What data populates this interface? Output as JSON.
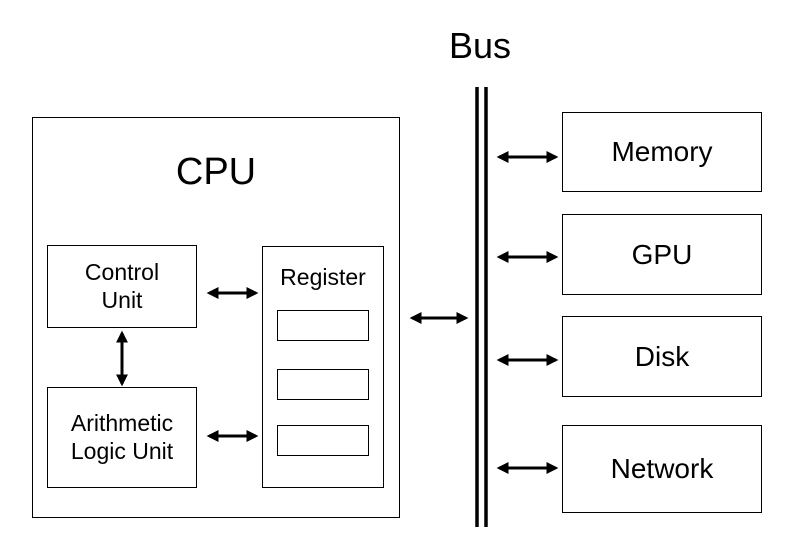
{
  "bus": {
    "title": "Bus"
  },
  "cpu": {
    "title": "CPU",
    "control_unit": "Control\nUnit",
    "alu": "Arithmetic\nLogic Unit",
    "register": {
      "title": "Register",
      "slot_count": 3
    }
  },
  "peripherals": [
    {
      "label": "Memory"
    },
    {
      "label": "GPU"
    },
    {
      "label": "Disk"
    },
    {
      "label": "Network"
    }
  ]
}
